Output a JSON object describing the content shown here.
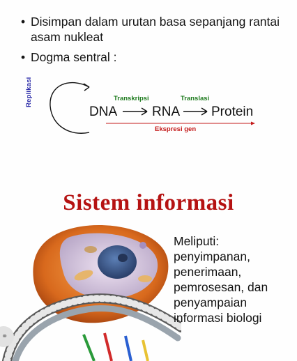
{
  "bullets": [
    {
      "marker": "•",
      "text": "Disimpan dalam urutan basa sepanjang rantai asam nukleat"
    },
    {
      "marker": "•",
      "text": "Dogma sentral :"
    }
  ],
  "diagram": {
    "replikasi": "Replikasi",
    "dna": "DNA",
    "rna": "RNA",
    "protein": "Protein",
    "transkripsi": "Transkripsi",
    "translasi": "Translasi",
    "ekspresi": "Ekspresi gen"
  },
  "title": "Sistem informasi",
  "meliputi": {
    "lines": [
      "Meliputi:",
      "penyimpanan,",
      "penerimaan,",
      "pemrosesan, dan",
      "penyampaian",
      "informasi biologi"
    ]
  },
  "colors": {
    "title": "#b51212",
    "replikasi": "#2a2aa8",
    "green_labels": "#1e7b1e",
    "ekspresi": "#c41a1a"
  }
}
